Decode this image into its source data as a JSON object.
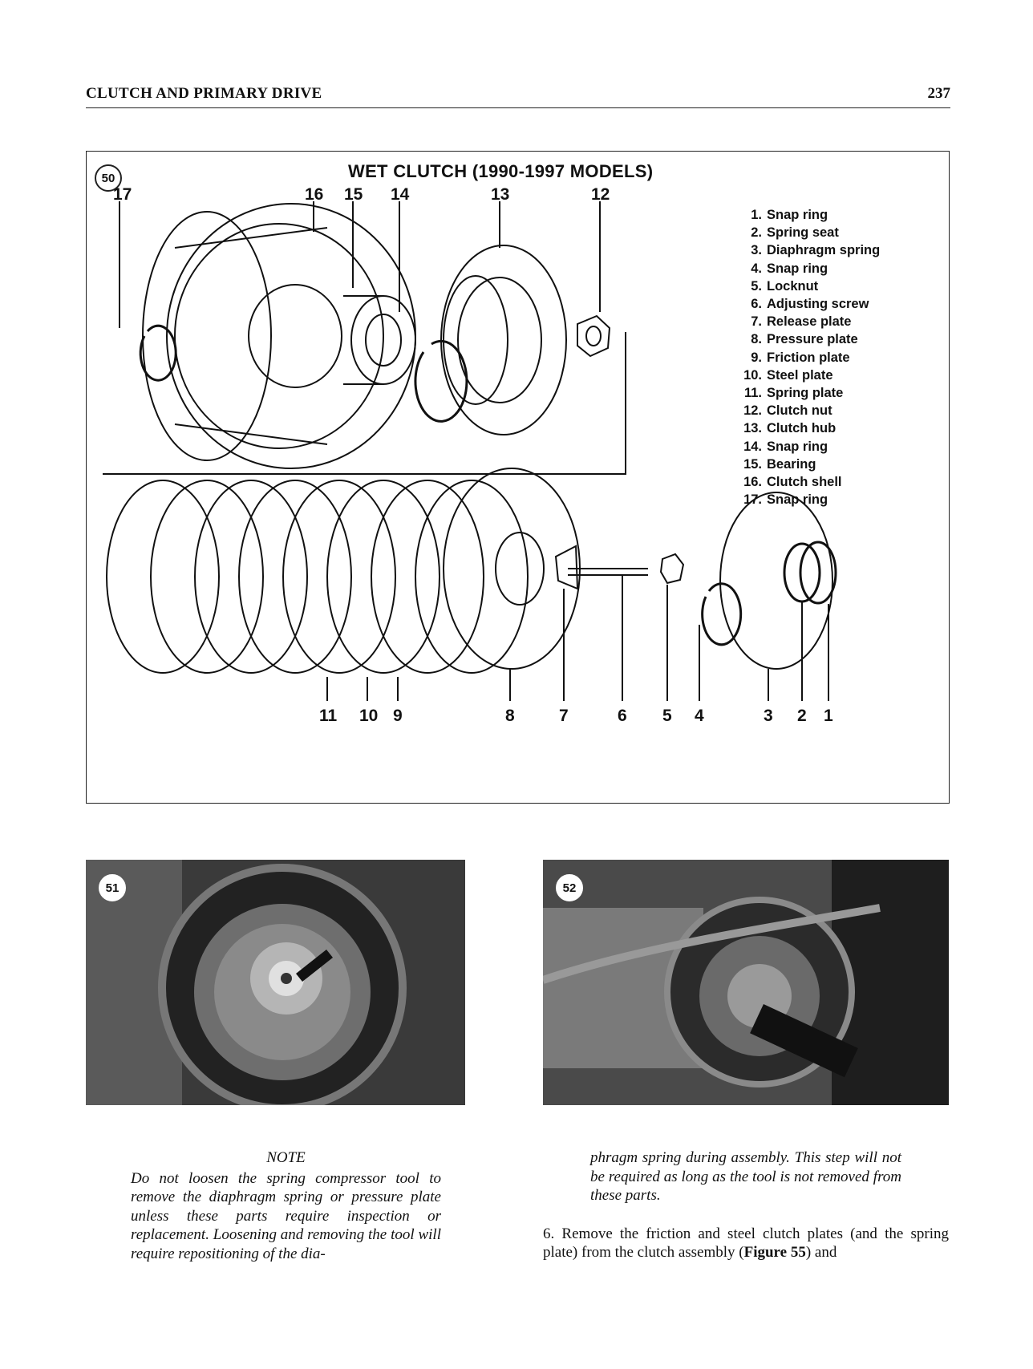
{
  "header": {
    "section": "CLUTCH AND PRIMARY DRIVE",
    "page_number": "237"
  },
  "figure50": {
    "number": "50",
    "title": "WET CLUTCH (1990-1997 MODELS)",
    "callouts_top": [
      "17",
      "16",
      "15",
      "14",
      "13",
      "12"
    ],
    "callouts_bottom": [
      "11",
      "10",
      "9",
      "8",
      "7",
      "6",
      "5",
      "4",
      "3",
      "2",
      "1"
    ],
    "legend": [
      {
        "num": "1.",
        "label": "Snap ring"
      },
      {
        "num": "2.",
        "label": "Spring seat"
      },
      {
        "num": "3.",
        "label": "Diaphragm spring"
      },
      {
        "num": "4.",
        "label": "Snap ring"
      },
      {
        "num": "5.",
        "label": "Locknut"
      },
      {
        "num": "6.",
        "label": "Adjusting screw"
      },
      {
        "num": "7.",
        "label": "Release plate"
      },
      {
        "num": "8.",
        "label": "Pressure plate"
      },
      {
        "num": "9.",
        "label": "Friction plate"
      },
      {
        "num": "10.",
        "label": "Steel plate"
      },
      {
        "num": "11.",
        "label": "Spring plate"
      },
      {
        "num": "12.",
        "label": "Clutch nut"
      },
      {
        "num": "13.",
        "label": "Clutch hub"
      },
      {
        "num": "14.",
        "label": "Snap ring"
      },
      {
        "num": "15.",
        "label": "Bearing"
      },
      {
        "num": "16.",
        "label": "Clutch shell"
      },
      {
        "num": "17.",
        "label": "Snap ring"
      }
    ]
  },
  "photo51": {
    "number": "51"
  },
  "photo52": {
    "number": "52"
  },
  "note": {
    "heading": "NOTE",
    "text_left": "Do not loosen the spring compressor tool to remove the diaphragm spring or pressure plate unless these parts require inspection or replacement. Loosening and removing the tool will require repositioning of the dia-",
    "text_right": "phragm spring during assembly. This step will not be required as long as the tool is not removed from these parts."
  },
  "step6": {
    "prefix": "6. Remove the friction and steel clutch plates (and the spring plate) from the clutch assembly (",
    "figure_ref": "Figure 55",
    "suffix": ") and"
  },
  "colors": {
    "ink": "#111111",
    "photo_dark": "#2a2a2a"
  }
}
